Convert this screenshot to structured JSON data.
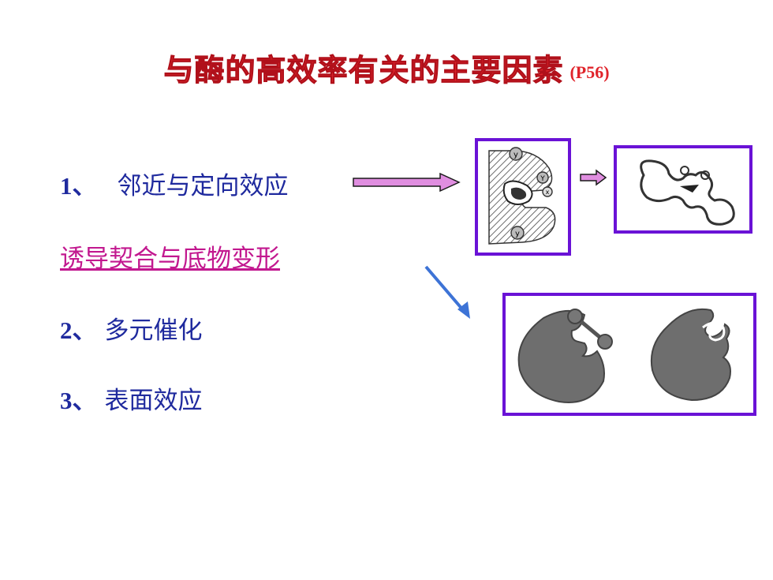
{
  "title": {
    "main": "与酶的高效率有关的主要因素",
    "ref": "(P56)"
  },
  "items": [
    {
      "num": "1、",
      "text": "邻近与定向效应"
    },
    {
      "num": "2、",
      "text": "多元催化"
    },
    {
      "num": "3、",
      "text": "表面效应"
    }
  ],
  "link": {
    "text": "诱导契合与底物变形"
  },
  "figure_labels": [
    "y",
    "Y",
    "x",
    "y"
  ],
  "colors": {
    "title": "#e0242b",
    "item_text": "#1f2a9e",
    "link": "#c2188f",
    "frame_border": "#6a12d6",
    "arrow_fill": "#e08ee0",
    "diag_arrow": "#3d73d6"
  }
}
